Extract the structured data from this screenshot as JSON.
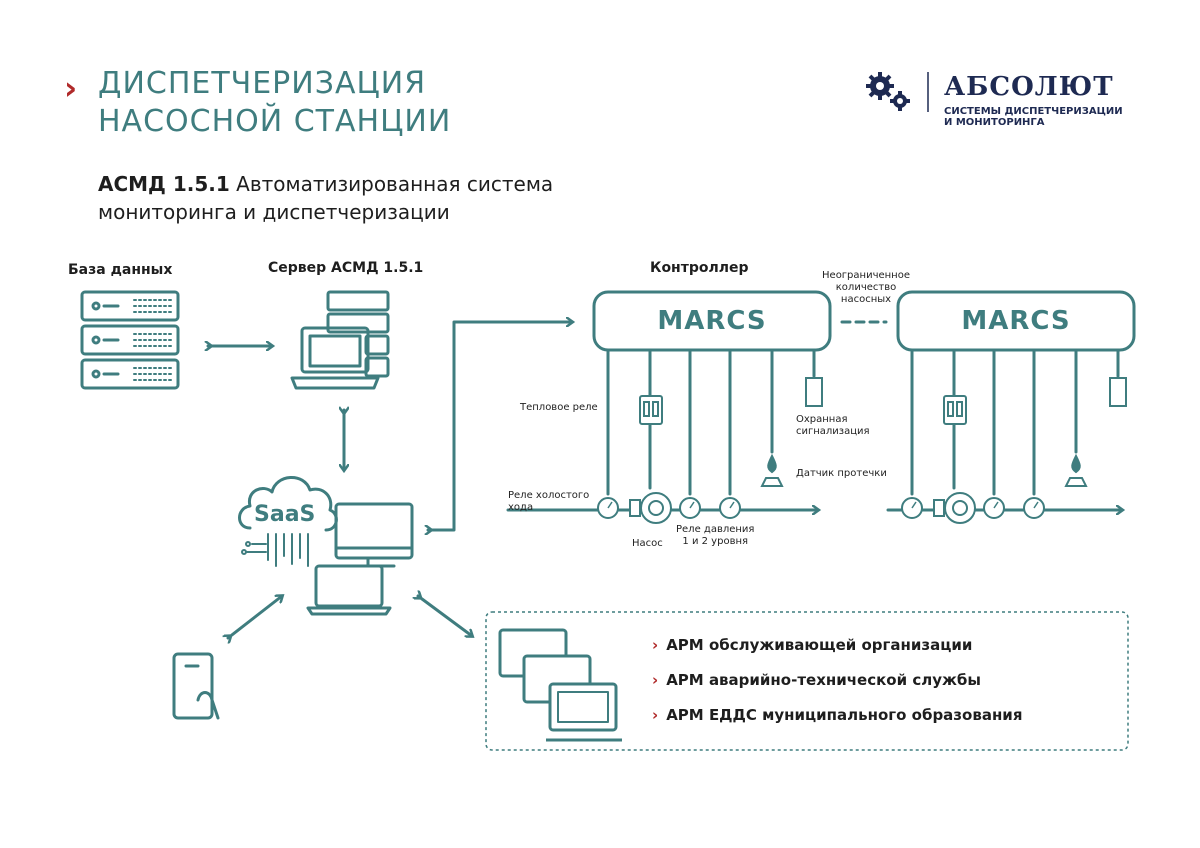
{
  "header": {
    "title_line1": "ДИСПЕТЧЕРИЗАЦИЯ",
    "title_line2": "НАСОСНОЙ СТАНЦИИ",
    "subtitle_bold": "АСМД 1.5.1",
    "subtitle_rest": " Автоматизированная система",
    "subtitle_line2": "мониторинга и диспетчеризации"
  },
  "logo": {
    "name": "АБСОЛЮТ",
    "sub_line1": "СИСТЕМЫ ДИСПЕТЧЕРИЗАЦИИ",
    "sub_line2": "И МОНИТОРИНГА"
  },
  "diagram": {
    "database_label": "База данных",
    "server_label": "Сервер АСМД 1.5.1",
    "controller_label": "Контроллер",
    "unlimited_line1": "Неограниченное",
    "unlimited_line2": "количество",
    "unlimited_line3": "насосных",
    "marcs_1": "MARCS",
    "marcs_2": "MARCS",
    "saas": "SaaS",
    "thermal_relay": "Тепловое реле",
    "security_line1": "Охранная",
    "security_line2": "сигнализация",
    "leak_sensor": "Датчик протечки",
    "idle_relay_line1": "Реле холостого",
    "idle_relay_line2": "хода",
    "pump": "Насос",
    "pressure_line1": "Реле давления",
    "pressure_line2": "1 и 2 уровня"
  },
  "workstations": [
    "АРМ обслуживающей организации",
    "АРМ аварийно-технической службы",
    "АРМ ЕДДС муниципального образования"
  ],
  "colors": {
    "teal": "#3f7d7f",
    "accent_red": "#b02a2a",
    "logo_navy": "#1e2a52"
  }
}
